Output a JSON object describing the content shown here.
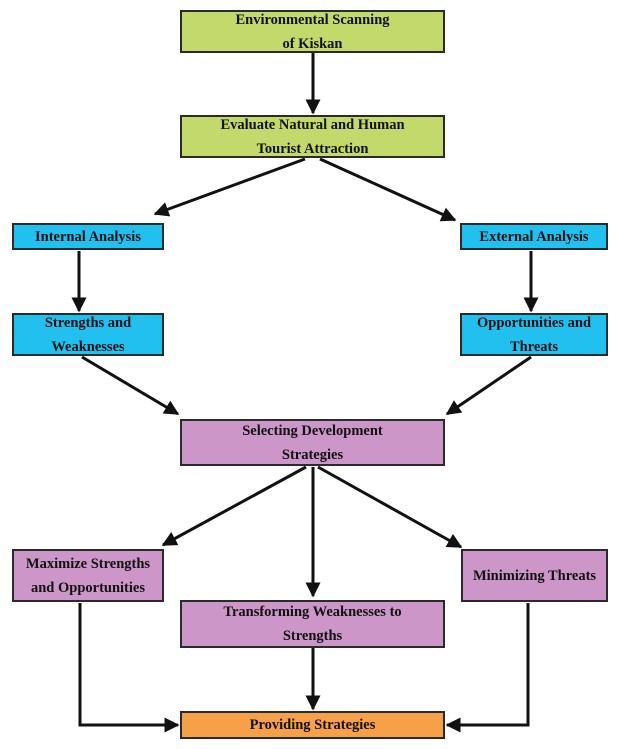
{
  "colors": {
    "stage": "#c3d96b",
    "analysis": "#22c0ee",
    "strategy": "#cc96c8",
    "result": "#f7a04a",
    "arrow": "#111111"
  },
  "nodes": {
    "env_scanning": {
      "label": "Environmental Scanning\nof Kiskan",
      "role": "stage"
    },
    "evaluate": {
      "label": "Evaluate Natural and Human\nTourist Attraction",
      "role": "stage"
    },
    "internal": {
      "label": "Internal Analysis",
      "role": "analysis"
    },
    "external": {
      "label": "External Analysis",
      "role": "analysis"
    },
    "strengths": {
      "label": "Strengths and\nWeaknesses",
      "role": "analysis"
    },
    "opportunities": {
      "label": "Opportunities and\nThreats",
      "role": "analysis"
    },
    "selecting": {
      "label": "Selecting Development\nStrategies",
      "role": "strategy"
    },
    "maximize": {
      "label": "Maximize Strengths\nand Opportunities",
      "role": "strategy"
    },
    "minimizing": {
      "label": "Minimizing Threats",
      "role": "strategy"
    },
    "transforming": {
      "label": "Transforming Weaknesses to\nStrengths",
      "role": "strategy"
    },
    "providing": {
      "label": "Providing Strategies",
      "role": "result"
    }
  },
  "edges": [
    {
      "from": "env_scanning",
      "to": "evaluate"
    },
    {
      "from": "evaluate",
      "to": "internal"
    },
    {
      "from": "evaluate",
      "to": "external"
    },
    {
      "from": "internal",
      "to": "strengths"
    },
    {
      "from": "external",
      "to": "opportunities"
    },
    {
      "from": "strengths",
      "to": "selecting"
    },
    {
      "from": "opportunities",
      "to": "selecting"
    },
    {
      "from": "selecting",
      "to": "maximize"
    },
    {
      "from": "selecting",
      "to": "transforming"
    },
    {
      "from": "selecting",
      "to": "minimizing"
    },
    {
      "from": "maximize",
      "to": "providing"
    },
    {
      "from": "transforming",
      "to": "providing"
    },
    {
      "from": "minimizing",
      "to": "providing"
    }
  ]
}
